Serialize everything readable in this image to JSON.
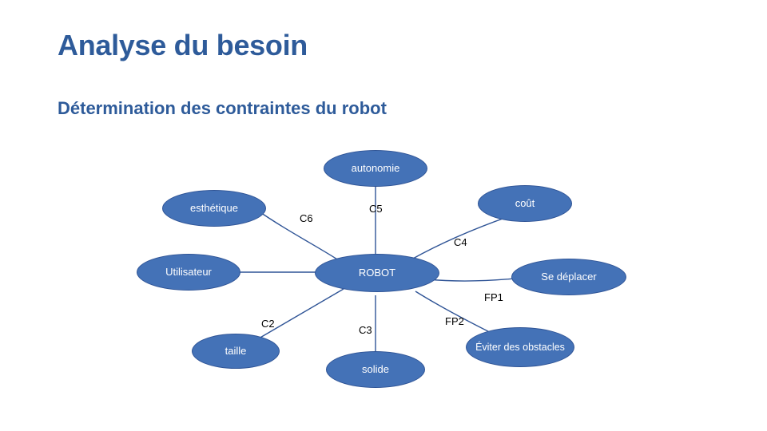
{
  "slide": {
    "title": "Analyse du besoin",
    "subtitle": "Détermination des contraintes du robot",
    "accent_color": "#4472B7",
    "title_color": "#2E5B9A"
  },
  "diagram": {
    "type": "radial-node-graph",
    "center_node": "ROBOT",
    "nodes": [
      {
        "id": "autonomie",
        "label": "autonomie"
      },
      {
        "id": "esthetique",
        "label": "esthétique"
      },
      {
        "id": "cout",
        "label": "coût"
      },
      {
        "id": "utilisateur",
        "label": "Utilisateur"
      },
      {
        "id": "robot",
        "label": "ROBOT"
      },
      {
        "id": "se-deplacer",
        "label": "Se déplacer"
      },
      {
        "id": "taille",
        "label": "taille"
      },
      {
        "id": "solide",
        "label": "solide"
      },
      {
        "id": "eviter-obstacles",
        "label": "Éviter des obstacles"
      }
    ],
    "edge_labels": [
      {
        "id": "c6",
        "label": "C6"
      },
      {
        "id": "c5",
        "label": "C5"
      },
      {
        "id": "c4",
        "label": "C4"
      },
      {
        "id": "fp1",
        "label": "FP1"
      },
      {
        "id": "fp2",
        "label": "FP2"
      },
      {
        "id": "c2",
        "label": "C2"
      },
      {
        "id": "c3",
        "label": "C3"
      }
    ],
    "edges": [
      {
        "from": "robot",
        "to": "autonomie",
        "label": "C5"
      },
      {
        "from": "robot",
        "to": "esthetique",
        "label": "C6"
      },
      {
        "from": "robot",
        "to": "cout",
        "label": "C4"
      },
      {
        "from": "robot",
        "to": "utilisateur",
        "label": ""
      },
      {
        "from": "robot",
        "to": "se-deplacer",
        "label": "FP1"
      },
      {
        "from": "robot",
        "to": "eviter-obstacles",
        "label": "FP2"
      },
      {
        "from": "robot",
        "to": "taille",
        "label": "C2"
      },
      {
        "from": "robot",
        "to": "solide",
        "label": "C3"
      }
    ]
  }
}
